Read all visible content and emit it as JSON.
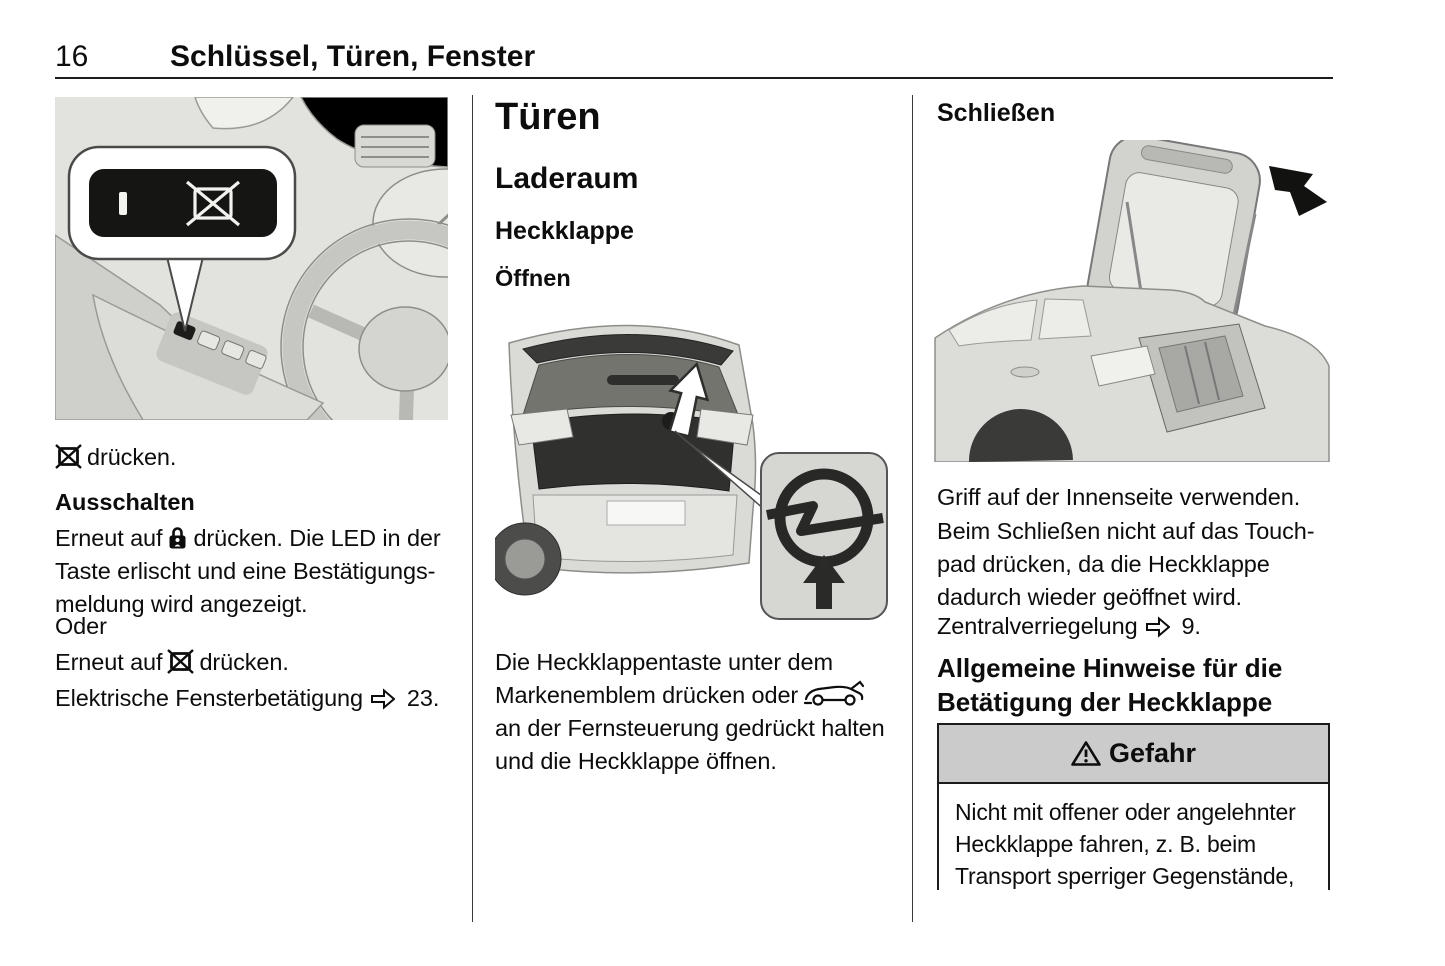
{
  "colors": {
    "page_bg": "#ffffff",
    "text": "#0d0d0d",
    "figure1_bg": "#e2e2de",
    "danger_header_bg": "#cbcbcb",
    "rule": "#1c1c1c"
  },
  "header": {
    "page_number": "16",
    "chapter_title": "Schlüssel, Türen, Fenster"
  },
  "left": {
    "press_suffix": "drücken.",
    "heading_off": "Ausschalten",
    "p1_prefix": "Erneut auf",
    "p1_suffix": "drücken. Die LED in der Taste erlischt und eine Bestätigungs­meldung wird angezeigt.",
    "p_or": "Oder",
    "p2_prefix": "Erneut auf",
    "p2_suffix": "drücken.",
    "ref_text": "Elektrische Fensterbetätigung",
    "ref_page": "23."
  },
  "middle": {
    "title": "Türen",
    "section": "Laderaum",
    "subsection": "Heckklappe",
    "subsubsection": "Öffnen",
    "p1_part1": "Die Heckklappentaste unter dem Markenemblem drücken oder",
    "p1_part2": "an der Fernsteuerung gedrückt halten und die Heckklappe öffnen."
  },
  "right": {
    "subsection": "Schließen",
    "p1": "Griff auf der Innenseite verwenden.",
    "p2": "Beim Schließen nicht auf das Touch­pad drücken, da die Heckklappe dadurch wieder geöffnet wird.",
    "ref_text": "Zentralverriegelung",
    "ref_page": "9.",
    "section2": "Allgemeine Hinweise für die Betätigung der Heckklappe",
    "danger": {
      "title": "Gefahr",
      "body": "Nicht mit offener oder angelehnter Heckklappe fahren, z. B. beim Transport sperriger Gegenstände,"
    }
  },
  "icons": {
    "window_disable": "⊠",
    "child_lock": "🔒",
    "reference_arrow": "⇨",
    "danger_warning": "⚠",
    "remote_tailgate_open": "🚗"
  }
}
